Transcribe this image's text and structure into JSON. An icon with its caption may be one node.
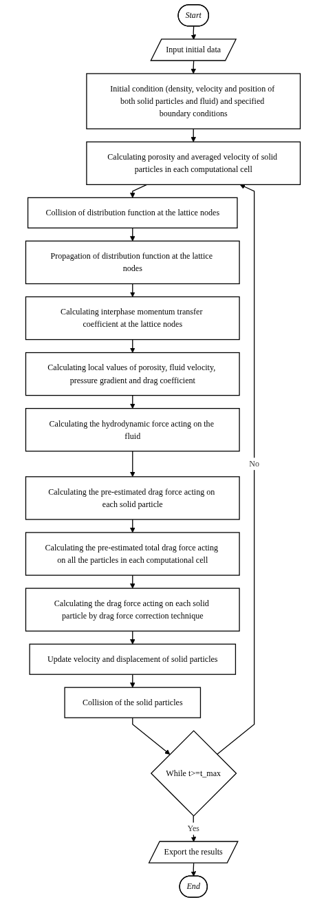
{
  "diagram": {
    "nodes": [
      {
        "text": [
          "Start"
        ]
      },
      {
        "text": [
          "Input initial data"
        ]
      },
      {
        "text": [
          "Initial condition (density, velocity and position of both solid particles and fluid) and specified boundary conditions"
        ]
      },
      {
        "text": [
          "Calculating porosity and averaged velocity of solid particles in each computational cell"
        ]
      },
      {
        "text": [
          "Collision of distribution function at the lattice nodes"
        ]
      },
      {
        "text": [
          "Propagation of distribution function at the lattice nodes"
        ]
      },
      {
        "text": [
          "Calculating interphase momentum transfer coefficient at the lattice nodes"
        ]
      },
      {
        "text": [
          "Calculating local values of porosity, fluid velocity, pressure gradient and drag coefficient"
        ]
      },
      {
        "text": [
          "Calculating the hydrodynamic force acting on the fluid"
        ]
      },
      {
        "text": [
          "Calculating the pre-estimated drag force acting on each solid particle"
        ]
      },
      {
        "text": [
          "Calculating the pre-estimated total drag force acting on all the particles in each computational cell"
        ]
      },
      {
        "text": [
          "Calculating the drag force acting on each solid particle by drag force correction technique"
        ]
      },
      {
        "text": [
          "Update velocity and displacement of solid particles"
        ]
      },
      {
        "text": [
          "Collision of the solid particles"
        ]
      },
      {
        "text": [
          "While t>=t_max"
        ]
      },
      {
        "text": [
          "Export the results"
        ]
      },
      {
        "text": [
          "End"
        ]
      }
    ],
    "edges": [
      {
        "from": 0,
        "to": 1,
        "arrow": "to"
      },
      {
        "from": 1,
        "to": 2,
        "arrow": "to"
      },
      {
        "from": 2,
        "to": 3,
        "arrow": "to"
      },
      {
        "from": 3,
        "to": 4,
        "arrow": "to"
      },
      {
        "from": 4,
        "to": 5,
        "arrow": "to"
      },
      {
        "from": 5,
        "to": 6,
        "arrow": "to"
      },
      {
        "from": 6,
        "to": 7,
        "arrow": "to"
      },
      {
        "from": 7,
        "to": 8,
        "arrow": "to"
      },
      {
        "from": 8,
        "to": 9,
        "arrow": "to"
      },
      {
        "from": 9,
        "to": 10,
        "arrow": "to"
      },
      {
        "from": 10,
        "to": 11,
        "arrow": "to"
      },
      {
        "from": 11,
        "to": 12,
        "arrow": "to"
      },
      {
        "from": 12,
        "to": 13,
        "arrow": "to"
      },
      {
        "from": 13,
        "to": 14,
        "arrow": "to"
      },
      {
        "from": 14,
        "to": 3,
        "label": "No",
        "arrow": "to"
      },
      {
        "from": 14,
        "to": 15,
        "label": "Yes",
        "arrow": "to"
      },
      {
        "from": 15,
        "to": 16,
        "arrow": "to"
      }
    ]
  }
}
